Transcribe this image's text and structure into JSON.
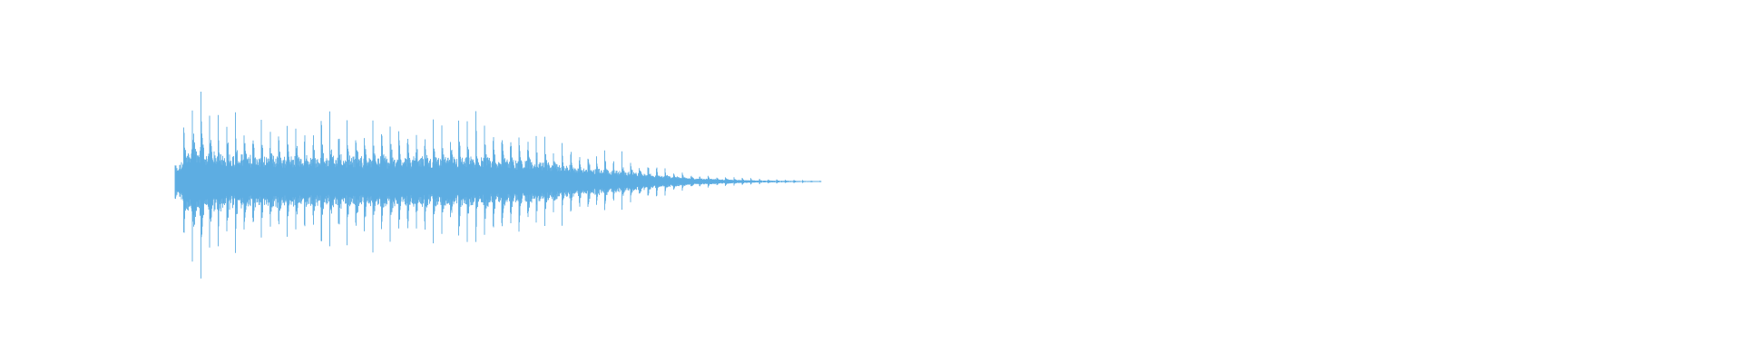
{
  "chart_data": {
    "type": "line",
    "title": "",
    "xlabel": "",
    "ylabel": "",
    "grid": false,
    "axes_visible": false,
    "series": [
      {
        "color": "#5dade2",
        "envelope": {
          "t": [
            0.0,
            0.01,
            0.03,
            0.05,
            0.1,
            0.2,
            0.3,
            0.4,
            0.45,
            0.5,
            0.55,
            0.6,
            0.7,
            0.8,
            0.9,
            1.0
          ],
          "amplitude": [
            0.2,
            0.55,
            1.0,
            0.8,
            0.7,
            0.68,
            0.67,
            0.66,
            0.65,
            0.62,
            0.55,
            0.45,
            0.26,
            0.09,
            0.03,
            0.01
          ]
        },
        "beat_period": 0.0133,
        "noise_floor": 0.3
      }
    ],
    "ylim": [
      -1,
      1
    ]
  }
}
